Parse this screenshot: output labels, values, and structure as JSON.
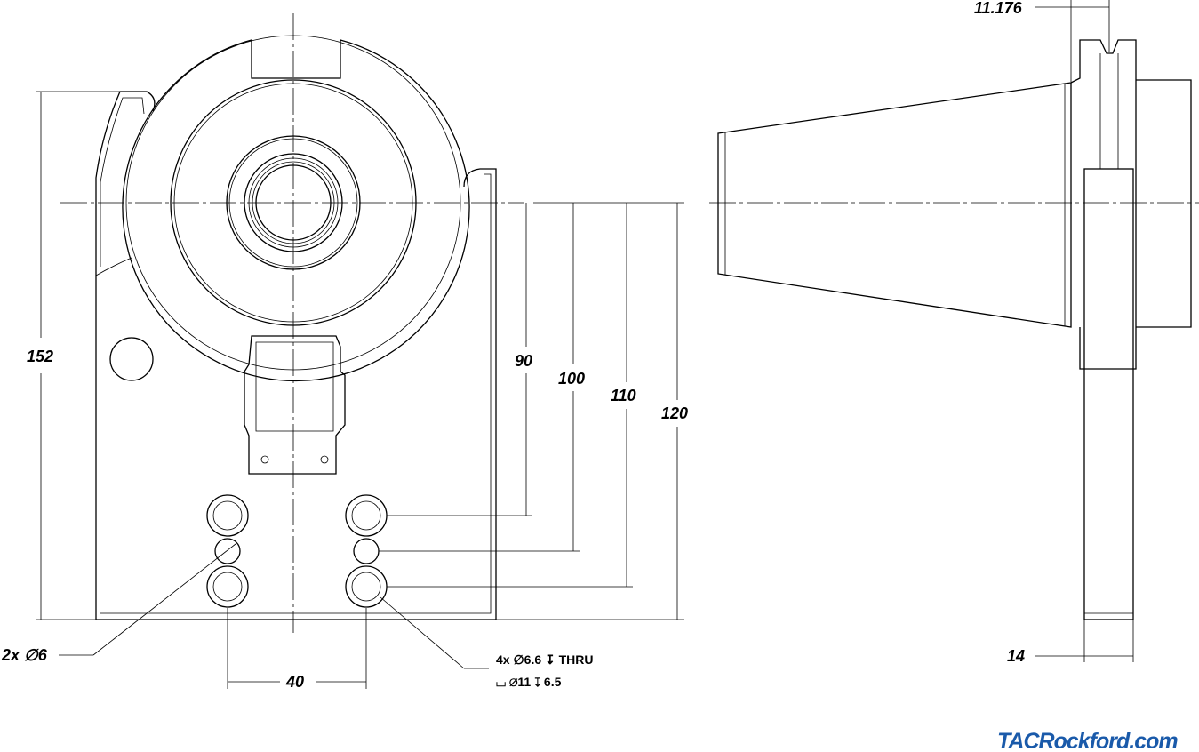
{
  "dimensions": {
    "height_total": "152",
    "d90": "90",
    "d100": "100",
    "d110": "110",
    "d120": "120",
    "spacing": "40",
    "flange_offset": "11.176",
    "thickness": "14"
  },
  "notes": {
    "dowel": "2x ∅6",
    "holes_line1": "4x ∅6.6 ↧ THRU",
    "holes_line2": "⌴ ∅11 ↧ 6.5"
  },
  "logo": {
    "text": "TACRockford.com",
    "color": "#1a5aaa"
  }
}
